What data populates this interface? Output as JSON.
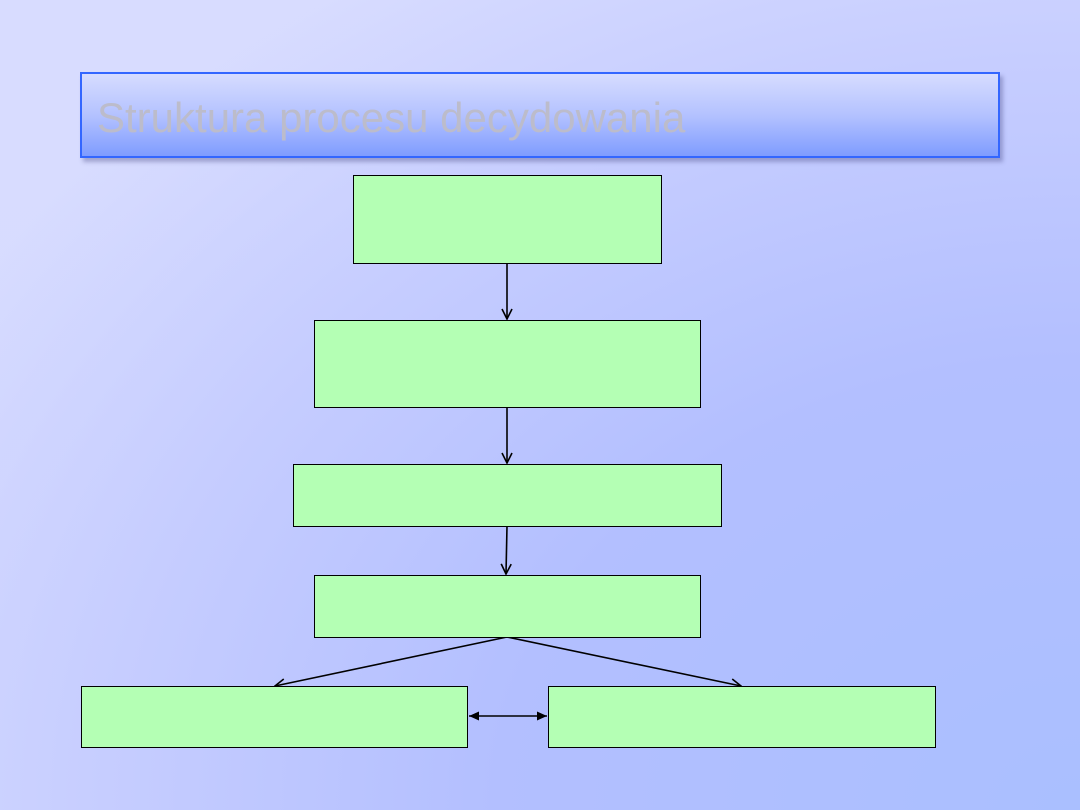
{
  "slide": {
    "title": "Struktura procesu decydowania"
  },
  "colors": {
    "title_border": "#3366ff",
    "title_text": "#bcbccb",
    "node_fill": "#b4ffb4",
    "node_border": "#000000",
    "background_light": "#d8dcff",
    "background_dark": "#aabfff"
  },
  "diagram": {
    "nodes": [
      {
        "id": "node-1",
        "label": ""
      },
      {
        "id": "node-2",
        "label": ""
      },
      {
        "id": "node-3",
        "label": ""
      },
      {
        "id": "node-4",
        "label": ""
      },
      {
        "id": "node-5",
        "label": ""
      },
      {
        "id": "node-6",
        "label": ""
      }
    ],
    "edges": [
      {
        "from": "node-1",
        "to": "node-2",
        "type": "arrow"
      },
      {
        "from": "node-2",
        "to": "node-3",
        "type": "arrow"
      },
      {
        "from": "node-3",
        "to": "node-4",
        "type": "arrow"
      },
      {
        "from": "node-4",
        "to": "node-5",
        "type": "arrow"
      },
      {
        "from": "node-4",
        "to": "node-6",
        "type": "arrow"
      },
      {
        "from": "node-5",
        "to": "node-6",
        "type": "bidirectional"
      }
    ]
  }
}
